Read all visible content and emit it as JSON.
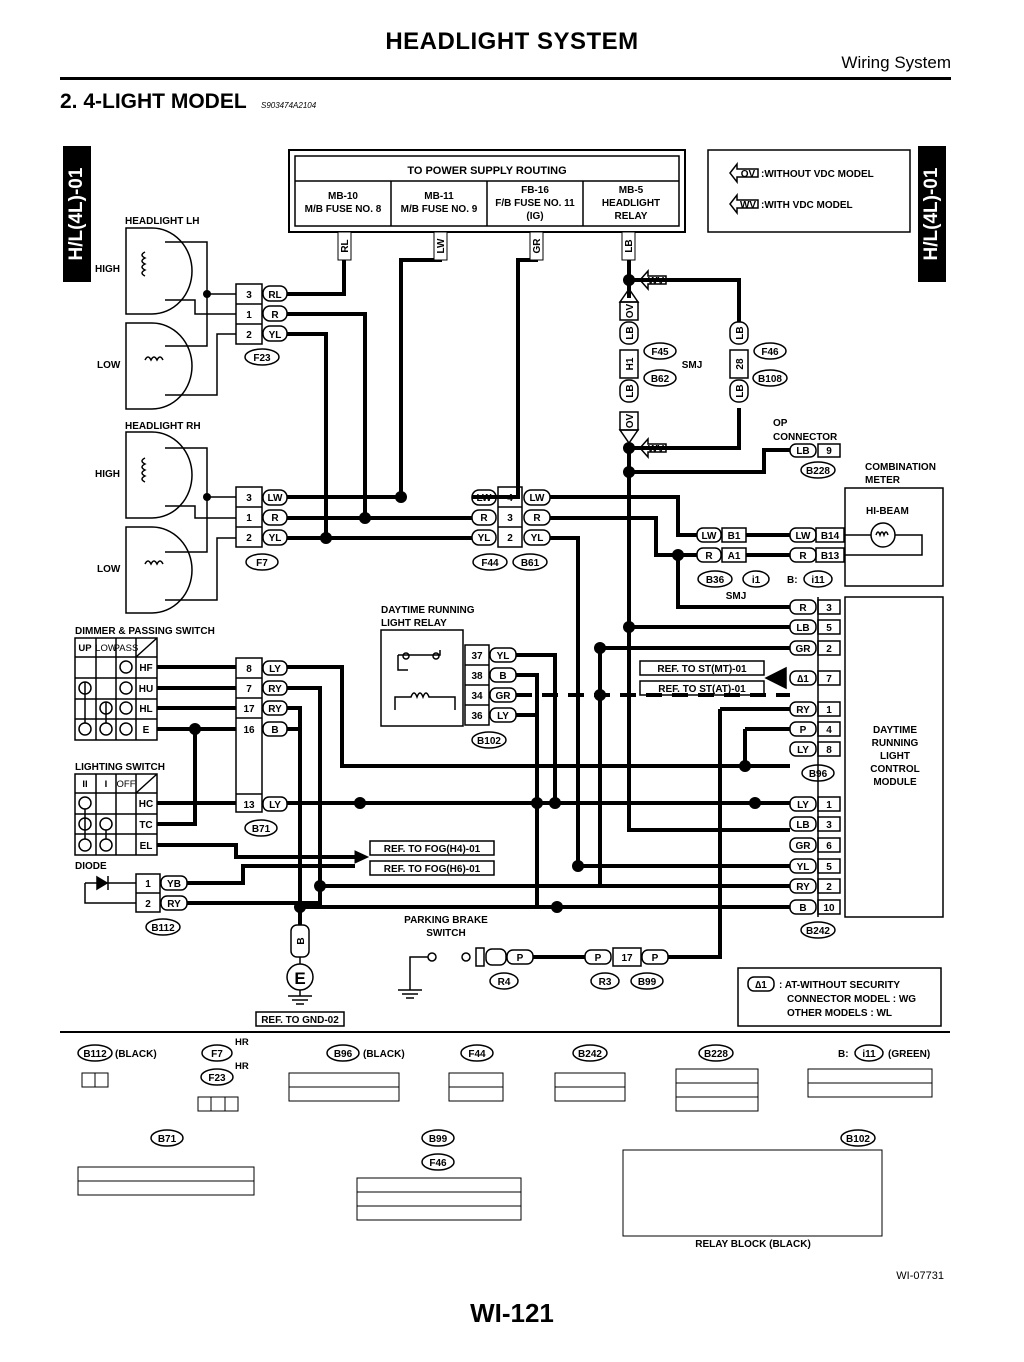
{
  "header": {
    "title": "HEADLIGHT SYSTEM",
    "subtitle": "Wiring System",
    "section": "2.  4-LIGHT MODEL",
    "section_code": "S903474A2104",
    "tab_left": "H/L(4L)-01",
    "tab_right": "H/L(4L)-01"
  },
  "power": {
    "title": "TO POWER SUPPLY ROUTING",
    "fuses": [
      {
        "line1": "MB-10",
        "line2": "M/B FUSE NO. 8",
        "line3": "",
        "wire": "RL"
      },
      {
        "line1": "MB-11",
        "line2": "M/B FUSE NO. 9",
        "line3": "",
        "wire": "LW"
      },
      {
        "line1": "FB-16",
        "line2": "F/B FUSE NO. 11",
        "line3": "(IG)",
        "wire": "GR"
      },
      {
        "line1": "MB-5",
        "line2": "HEADLIGHT",
        "line3": "RELAY",
        "wire": "LB"
      }
    ]
  },
  "legend": {
    "ov": "OV",
    "ov_text": ":WITHOUT VDC MODEL",
    "wv": "WV",
    "wv_text": ":WITH VDC MODEL"
  },
  "components": {
    "headlight_lh": "HEADLIGHT LH",
    "headlight_rh": "HEADLIGHT RH",
    "high": "HIGH",
    "low": "LOW",
    "dimmer": "DIMMER & PASSING SWITCH",
    "lighting": "LIGHTING SWITCH",
    "diode": "DIODE",
    "drl_relay_1": "DAYTIME RUNNING",
    "drl_relay_2": "LIGHT RELAY",
    "parking_brake_1": "PARKING BRAKE",
    "parking_brake_2": "SWITCH",
    "ref_gnd": "REF. TO GND-02",
    "ground": "E",
    "smj": "SMJ",
    "op_1": "OP",
    "op_2": "CONNECTOR",
    "comb_1": "COMBINATION",
    "comb_2": "METER",
    "hibeam": "HI-BEAM",
    "drl_mod": [
      "DAYTIME",
      "RUNNING",
      "LIGHT",
      "CONTROL",
      "MODULE"
    ],
    "b_prefix": "B:"
  },
  "refs": {
    "st_mt": "REF. TO ST(MT)-01",
    "st_at": "REF. TO ST(AT)-01",
    "fog_h4": "REF. TO FOG(H4)-01",
    "fog_h6": "REF. TO FOG(H6)-01",
    "star": "∆1"
  },
  "note": {
    "mark": "∆1",
    "line1": ": AT-WITHOUT SECURITY",
    "line2": "CONNECTOR MODEL  :  WG",
    "line3": "OTHER MODELS :  WL"
  },
  "switch_cols": {
    "dimmer": [
      "UP",
      "LOW",
      "PASS"
    ],
    "dimmer_rows": [
      "HF",
      "HU",
      "HL",
      "E"
    ],
    "lighting": [
      "II",
      "I",
      "OFF"
    ],
    "lighting_rows": [
      "HC",
      "TC",
      "EL"
    ]
  },
  "connectors": {
    "F23": {
      "id": "F23",
      "pins": [
        {
          "n": "3",
          "w": "RL"
        },
        {
          "n": "1",
          "w": "R"
        },
        {
          "n": "2",
          "w": "YL"
        }
      ]
    },
    "F7": {
      "id": "F7",
      "pins": [
        {
          "n": "3",
          "w": "LW"
        },
        {
          "n": "1",
          "w": "R"
        },
        {
          "n": "2",
          "w": "YL"
        }
      ]
    },
    "F44": {
      "id": "F44",
      "pins": [
        {
          "l": "LW",
          "n": "4",
          "r": "LW"
        },
        {
          "l": "R",
          "n": "3",
          "r": "R"
        },
        {
          "l": "YL",
          "n": "2",
          "r": "YL"
        }
      ]
    },
    "B61": "B61",
    "F45": "F45",
    "B62": "B62",
    "F46": "F46",
    "B108": "B108",
    "smj_wires": [
      "LB",
      "H1",
      "LB",
      "LB",
      "28",
      "LB"
    ],
    "B228": {
      "id": "B228",
      "w": "LB",
      "n": "9"
    },
    "B36": {
      "id": "B36",
      "pins": [
        {
          "w": "LW",
          "n": "B1"
        },
        {
          "w": "R",
          "n": "A1"
        }
      ]
    },
    "i1": "i1",
    "B14": {
      "w": "LW",
      "n": "B14"
    },
    "B13": {
      "w": "R",
      "n": "B13"
    },
    "i11": "i11",
    "B71": {
      "id": "B71",
      "pins": [
        {
          "n": "8",
          "w": "LY"
        },
        {
          "n": "7",
          "w": "RY"
        },
        {
          "n": "17",
          "w": "RY"
        },
        {
          "n": "16",
          "w": "B"
        },
        {
          "n": "13",
          "w": "LY"
        }
      ]
    },
    "B102": {
      "id": "B102",
      "pins": [
        {
          "n": "37",
          "w": "YL"
        },
        {
          "n": "38",
          "w": "B"
        },
        {
          "n": "34",
          "w": "GR"
        },
        {
          "n": "36",
          "w": "LY"
        }
      ]
    },
    "B96": {
      "id": "B96",
      "pins": [
        {
          "w": "R",
          "n": "3"
        },
        {
          "w": "LB",
          "n": "5"
        },
        {
          "w": "GR",
          "n": "2"
        },
        {
          "w": "",
          "n": "7"
        },
        {
          "w": "RY",
          "n": "1"
        },
        {
          "w": "P",
          "n": "4"
        },
        {
          "w": "LY",
          "n": "8"
        }
      ]
    },
    "B242": {
      "id": "B242",
      "pins": [
        {
          "w": "LY",
          "n": "1"
        },
        {
          "w": "LB",
          "n": "3"
        },
        {
          "w": "GR",
          "n": "6"
        },
        {
          "w": "YL",
          "n": "5"
        },
        {
          "w": "RY",
          "n": "2"
        },
        {
          "w": "B",
          "n": "10"
        }
      ]
    },
    "B112": {
      "id": "B112",
      "pins": [
        {
          "n": "1",
          "w": "YB"
        },
        {
          "n": "2",
          "w": "RY"
        }
      ]
    },
    "R4": {
      "id": "R4",
      "w": "P"
    },
    "R3": {
      "id": "R3",
      "w": "P",
      "n": "17",
      "r": "P"
    },
    "B99": "B99",
    "gnd_wire": "B"
  },
  "faces": {
    "B112": {
      "label": "B112",
      "color": "(BLACK)"
    },
    "F7": {
      "label": "F7",
      "hr": "HR"
    },
    "F23": {
      "label": "F23",
      "hr": "HR"
    },
    "B96": {
      "label": "B96",
      "color": "(BLACK)"
    },
    "F44": {
      "label": "F44"
    },
    "B242": {
      "label": "B242"
    },
    "B228": {
      "label": "B228"
    },
    "i11": {
      "label": "i11",
      "prefix": "B:",
      "color": "(GREEN)"
    },
    "B71": {
      "label": "B71"
    },
    "B99": {
      "label": "B99"
    },
    "F46": {
      "label": "F46"
    },
    "B102": {
      "label": "B102"
    },
    "relay_block": "RELAY BLOCK (BLACK)"
  },
  "footer": {
    "figure": "WI-07731",
    "page": "WI-121"
  }
}
